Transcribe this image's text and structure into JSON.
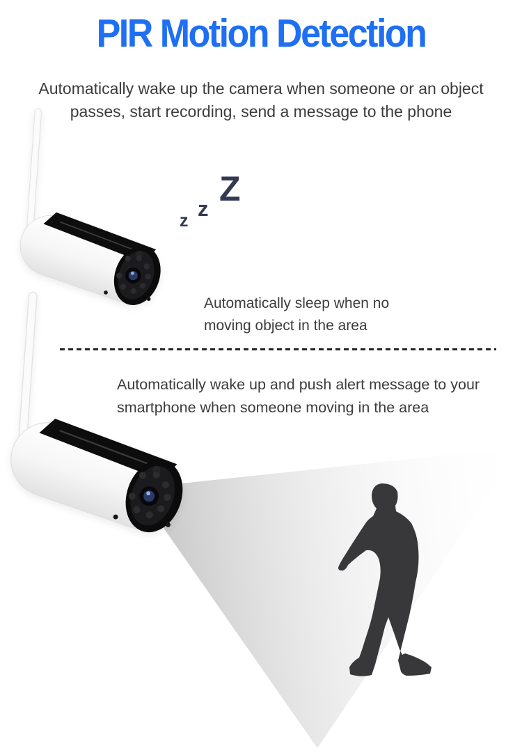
{
  "header": {
    "title": "PIR Motion Detection",
    "subtitle_line1": "Automatically wake up the camera when someone or an object",
    "subtitle_line2": "passes, start recording, send a message to the phone"
  },
  "sleep_section": {
    "zzz": [
      "z",
      "z",
      "Z"
    ],
    "caption_line1": "Automatically sleep when no",
    "caption_line2": "moving object in the area"
  },
  "wake_section": {
    "caption_line1": "Automatically wake up and push alert message to your",
    "caption_line2": "smartphone when someone moving in the area"
  },
  "colors": {
    "title_blue": "#1f6ff2",
    "body_text": "#3c3c3c",
    "zzz_navy": "#333a52",
    "silhouette_gray": "#38383b",
    "beam_gray": "#c9c9c9",
    "divider_dark": "#242424"
  },
  "icons": {
    "camera_sleeping": "solar-security-camera",
    "camera_active": "solar-security-camera",
    "zzz": "sleep-zzz",
    "beam": "pir-detection-beam",
    "person": "walking-person-silhouette"
  }
}
